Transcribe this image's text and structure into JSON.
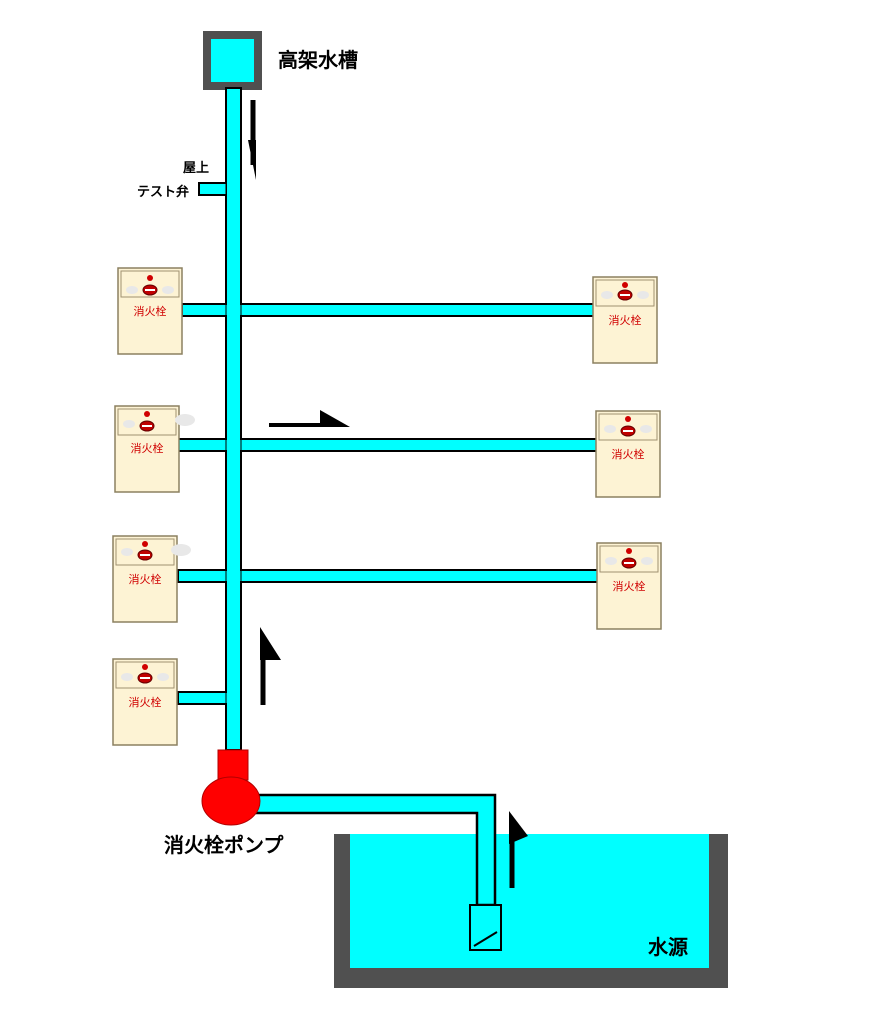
{
  "labels": {
    "elevated_tank": "高架水槽",
    "rooftop": "屋上",
    "test_valve": "テスト弁",
    "pump": "消火栓ポンプ",
    "water_source": "水源"
  },
  "hydrants": [
    {
      "label": "消火栓"
    },
    {
      "label": "消火栓"
    },
    {
      "label": "消火栓"
    },
    {
      "label": "消火栓"
    },
    {
      "label": "消火栓"
    },
    {
      "label": "消火栓"
    },
    {
      "label": "消火栓"
    }
  ],
  "colors": {
    "pipe_water": "#00ffff",
    "pipe_outline": "#000000",
    "tank_wall": "#505050",
    "pump": "#ff0000",
    "hydrant_box": "#fdf3d4",
    "hydrant_text": "#d00000",
    "arrow": "#000000"
  }
}
